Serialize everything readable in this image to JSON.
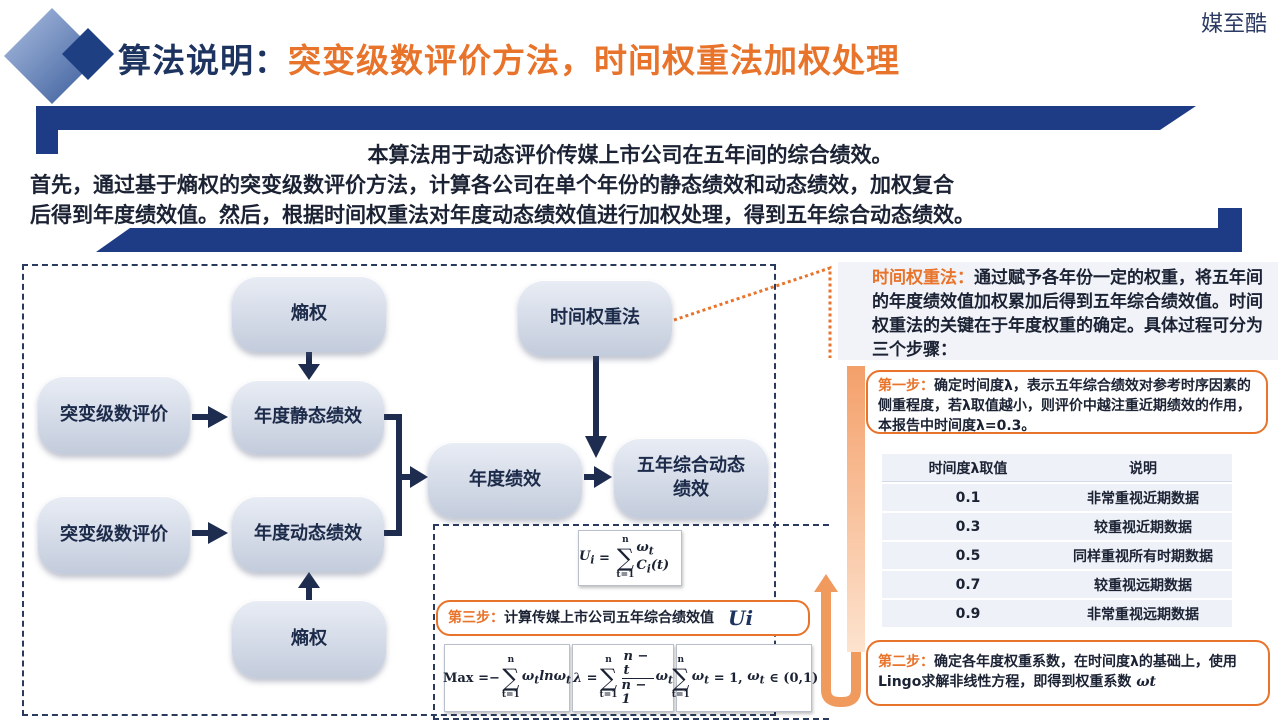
{
  "header": {
    "logo_text": "媒至酷",
    "title_prefix": "算法说明：",
    "title_main": "突变级数评价方法，时间权重法加权处理"
  },
  "intro": {
    "line1": "本算法用于动态评价传媒上市公司在五年间的综合绩效。",
    "line2": "首先，通过基于熵权的突变级数评价方法，计算各公司在单个年份的静态绩效和动态绩效，加权复合",
    "line3": "后得到年度绩效值。然后，根据时间权重法对年度动态绩效值进行加权处理，得到五年综合动态绩效。"
  },
  "flow": {
    "entropy_top": "熵权",
    "entropy_bottom": "熵权",
    "mutation_top": "突变级数评价",
    "mutation_bottom": "突变级数评价",
    "static_perf": "年度静态绩效",
    "dynamic_perf": "年度动态绩效",
    "annual_perf": "年度绩效",
    "time_weight": "时间权重法",
    "five_year_line1": "五年综合动态",
    "five_year_line2": "绩效"
  },
  "description": {
    "highlight": "时间权重法：",
    "text": "通过赋予各年份一定的权重，将五年间的年度绩效值加权累加后得到五年综合绩效值。时间权重法的关键在于年度权重的确定。具体过程可分为三个步骤："
  },
  "steps": {
    "step1_label": "第一步：",
    "step1_text": "确定时间度λ，表示五年综合绩效对参考时序因素的侧重程度，若λ取值越小，则评价中越注重近期绩效的作用，本报告中时间度λ=0.3。",
    "step2_label": "第二步：",
    "step2_text": "确定各年度权重系数，在时间度λ的基础上，使用Lingo求解非线性方程，即得到权重系数",
    "step2_symbol": "ωt",
    "step3_label": "第三步：",
    "step3_text": "计算传媒上市公司五年综合绩效值",
    "step3_symbol": "Ui"
  },
  "lambda_table": {
    "headers": [
      "时间度λ取值",
      "说明"
    ],
    "rows": [
      [
        "0.1",
        "非常重视近期数据"
      ],
      [
        "0.3",
        "较重视近期数据"
      ],
      [
        "0.5",
        "同样重视所有时期数据"
      ],
      [
        "0.7",
        "较重视远期数据"
      ],
      [
        "0.9",
        "非常重视远期数据"
      ]
    ]
  },
  "formulas": {
    "ui": "Ui = Σ ωt Ci(t)",
    "max": "Max = − Σ ωt ln ωt",
    "lambda": "λ = Σ (n − t)/(n − 1) ωt",
    "constraint": "Σ ωt = 1, ωt ∈ (0,1)"
  },
  "colors": {
    "accent": "#e8732a",
    "navy": "#1e3460"
  }
}
